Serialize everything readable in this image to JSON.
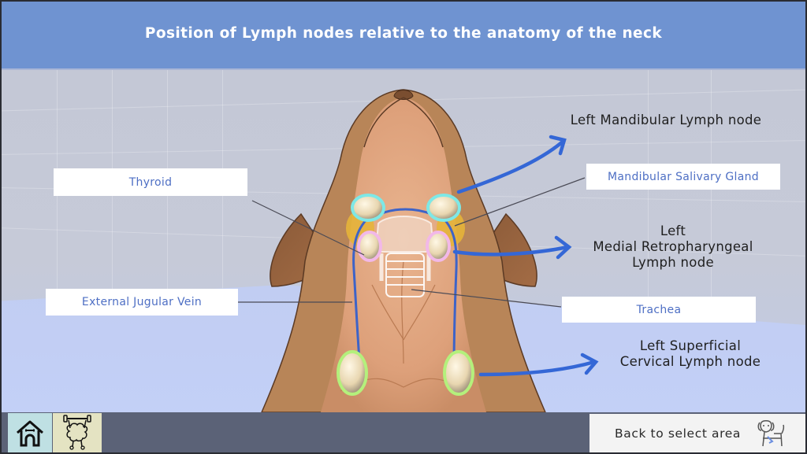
{
  "header": {
    "title": "Position of Lymph nodes relative to the anatomy of the neck"
  },
  "structure_labels": {
    "thyroid": "Thyroid",
    "external_jugular_vein": "External Jugular Vein",
    "mandibular_salivary_gland": "Mandibular Salivary Gland",
    "trachea": "Trachea"
  },
  "lymph_nodes": {
    "mandibular": {
      "lines": [
        "Left Mandibular Lymph node"
      ],
      "ring_color": "#7ee8e6"
    },
    "medial_retropharyngeal": {
      "lines": [
        "Left",
        "Medial Retropharyngeal",
        "Lymph node"
      ],
      "ring_color": "#f2b8e8"
    },
    "superficial_cervical": {
      "lines": [
        "Left Superficial",
        "Cervical Lymph node"
      ],
      "ring_color": "#b4f07c"
    }
  },
  "bottom_bar": {
    "home_icon": "dog-house-icon",
    "exercise_icon": "brain-lifting-dumbbell-icon",
    "back_label": "Back to select area",
    "back_icon": "dog-icon"
  },
  "colors": {
    "header": "#6f93d1",
    "label_text": "#4e6fc4",
    "arrow": "#3467d6",
    "vein": "#3d63c8",
    "gland": "#e5b43a"
  }
}
